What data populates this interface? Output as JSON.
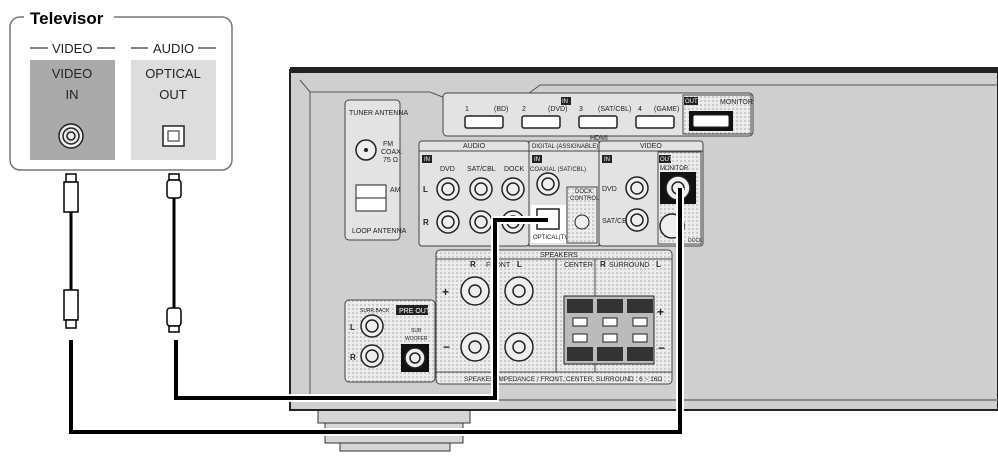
{
  "tv": {
    "title": "Televisor",
    "video_group": "VIDEO",
    "audio_group": "AUDIO",
    "video_port": [
      "VIDEO",
      "IN"
    ],
    "audio_port": [
      "OPTICAL",
      "OUT"
    ]
  },
  "receiver": {
    "tuner_antenna": "TUNER ANTENNA",
    "fm": [
      "FM",
      "COAX.",
      "75 Ω"
    ],
    "am": "AM",
    "loop_antenna": "LOOP ANTENNA",
    "hdmi": {
      "in_badge": "IN",
      "out_badge": "OUT",
      "label": "HDMI",
      "inputs": [
        "1",
        "(BD)",
        "2",
        "(DVD)",
        "3",
        "(SAT/CBL)",
        "4",
        "(GAME)"
      ],
      "monitor": "MONITOR"
    },
    "audio": {
      "title": "AUDIO",
      "in_badge": "IN",
      "cols": [
        "DVD",
        "SAT/CBL",
        "DOCK"
      ],
      "l": "L",
      "r": "R"
    },
    "digital": {
      "title": "DIGITAL (ASSIGNABLE)",
      "in_badge": "IN",
      "coaxial": "COAXIAL (SAT/CBL)",
      "optical": "OPTICAL(TV)"
    },
    "dock_control": [
      "DOCK",
      "CONTROL"
    ],
    "video": {
      "title": "VIDEO",
      "in_badge": "IN",
      "out_badge": "OUT",
      "monitor": "MONITOR",
      "rows": [
        "DVD",
        "SAT/CBL"
      ],
      "dock": "DOCK"
    },
    "pre_out": {
      "title": "PRE OUT",
      "surr_back": "SURR.BACK",
      "subwoofer": [
        "SUB",
        "WOOFER"
      ],
      "l": "L",
      "r": "R"
    },
    "speakers": {
      "title": "SPEAKERS",
      "front": "FRONT",
      "center": "CENTER",
      "surround": "SURROUND",
      "r": "R",
      "l": "L",
      "plus": "+",
      "minus": "−",
      "impedance": "SPEAKER IMPEDANCE / FRONT, CENTER, SURROUND : 6 ~ 16Ω"
    }
  }
}
